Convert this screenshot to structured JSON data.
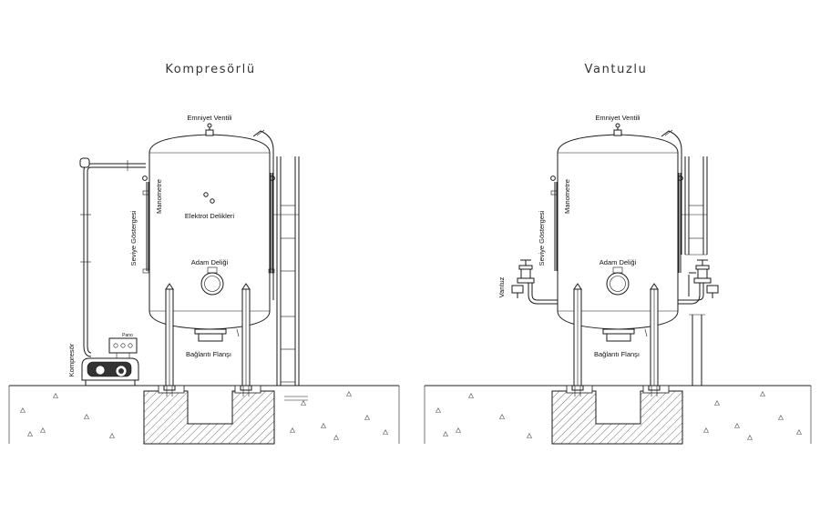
{
  "diagram": {
    "left": {
      "title": "Kompresörlü",
      "labels": {
        "emniyet_ventili": "Emniyet Ventili",
        "manometre": "Manometre",
        "elektrot_delikleri": "Elektrot Delikleri",
        "seviye_gostergesi": "Seviye Göstergesi",
        "adam_deligi": "Adam Deliği",
        "baglanti_flansi": "Bağlantı Flanşı",
        "kompresor": "Kompresör",
        "pano": "Pano"
      }
    },
    "right": {
      "title": "Vantuzlu",
      "labels": {
        "emniyet_ventili": "Emniyet Ventili",
        "manometre": "Manometre",
        "seviye_gostergesi": "Seviye Göstergesi",
        "adam_deligi": "Adam Deliği",
        "baglanti_flansi": "Bağlantı Flanşı",
        "vantuz": "Vantuz"
      }
    }
  }
}
